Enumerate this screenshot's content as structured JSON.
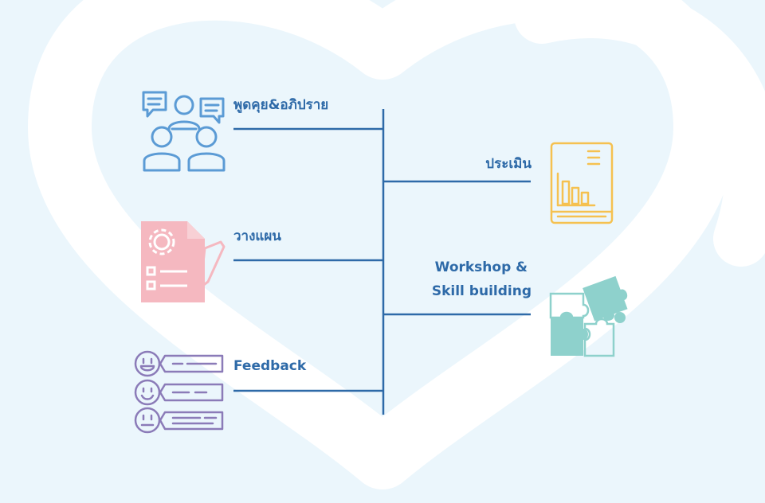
{
  "diagram": {
    "left_items": [
      {
        "label": "พูดคุย&อภิปราย",
        "icon": "group-discussion-icon"
      },
      {
        "label": "วางแผน",
        "icon": "planning-document-icon"
      },
      {
        "label": "Feedback",
        "icon": "feedback-faces-icon"
      }
    ],
    "right_items": [
      {
        "label": "ประเมิน",
        "icon": "assessment-book-chart-icon"
      },
      {
        "label_line1": "Workshop &",
        "label_line2": "Skill building",
        "icon": "puzzle-pieces-icon"
      }
    ]
  },
  "colors": {
    "background": "#ebf6fc",
    "heart_watermark": "#ffffff",
    "line": "#2e6aa8",
    "label": "#2e6aa8",
    "discussion_icon": "#5b9bd5",
    "planning_icon": "#f5b8c0",
    "feedback_icon": "#8b7bb8",
    "assessment_icon": "#f5c150",
    "puzzle_icon": "#8ed1cc"
  }
}
